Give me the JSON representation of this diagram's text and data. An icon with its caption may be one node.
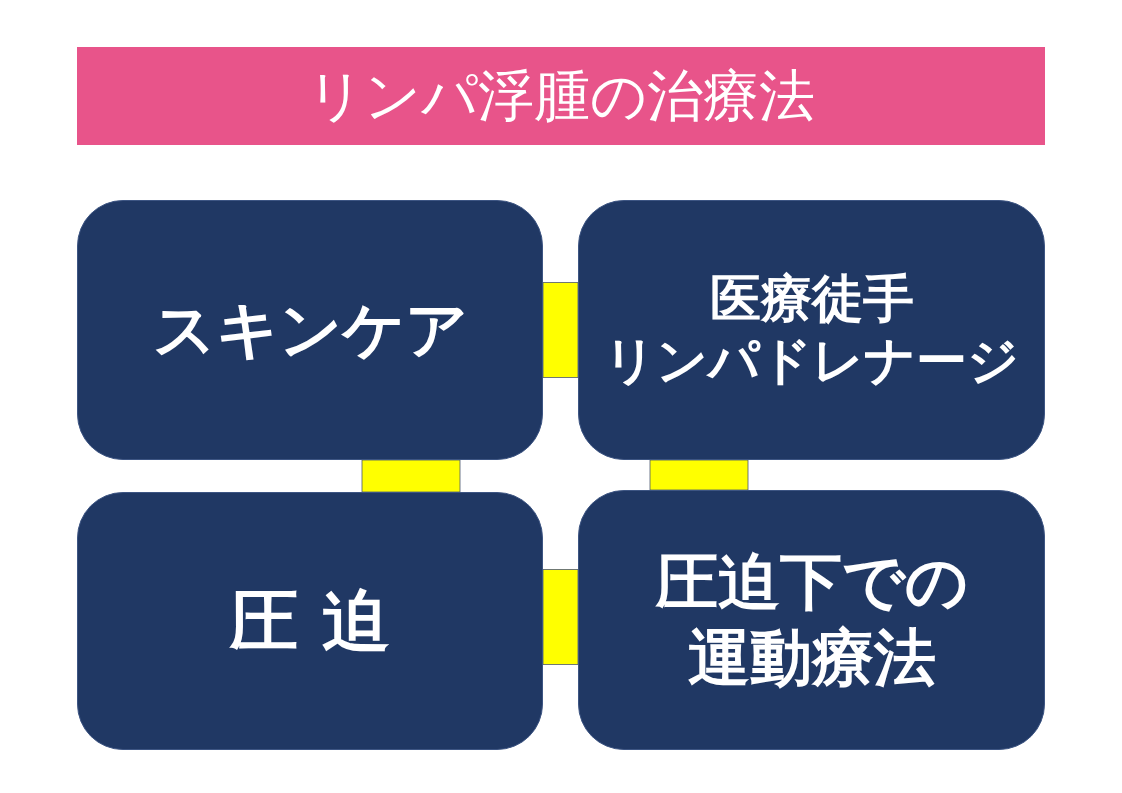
{
  "diagram": {
    "title": "リンパ浮腫の治療法",
    "nodes": [
      {
        "text": [
          "スキンケア"
        ]
      },
      {
        "text": [
          "医療徒手リンパドレナージ"
        ]
      },
      {
        "text": [
          "圧 迫"
        ]
      },
      {
        "text": [
          "圧迫下での運動療法"
        ]
      }
    ],
    "edges": [
      {
        "from": 0,
        "to": 1,
        "arrow": "none",
        "style": "thick"
      },
      {
        "from": 0,
        "to": 2,
        "arrow": "none",
        "style": "thick"
      },
      {
        "from": 1,
        "to": 3,
        "arrow": "none",
        "style": "thick"
      },
      {
        "from": 2,
        "to": 3,
        "arrow": "none",
        "style": "thick"
      }
    ]
  }
}
